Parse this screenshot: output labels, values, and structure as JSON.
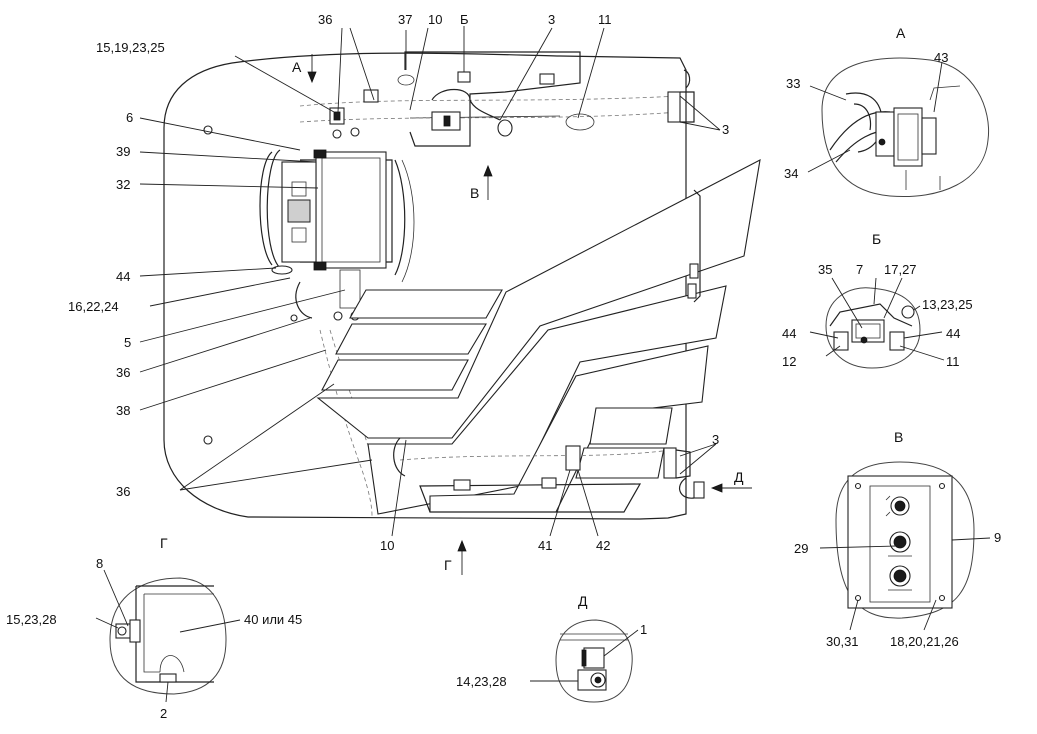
{
  "labels": {
    "l36_top": "36",
    "l37": "37",
    "l10_top": "10",
    "lB_top": "Б",
    "l3_top": "3",
    "l11_top": "11",
    "l15_19_23_25": "15,19,23,25",
    "lA_arrow": "А",
    "l6": "6",
    "l39": "39",
    "l32": "32",
    "lV_arrow": "В",
    "l44_left": "44",
    "l16_22_24": "16,22,24",
    "l5": "5",
    "l36_mid": "36",
    "l38": "38",
    "l36_bottom": "36",
    "l3_right": "3",
    "l3_right_lower": "3",
    "lD_arrow": "Д",
    "l10_bottom": "10",
    "lG_arrow": "Г",
    "l41": "41",
    "l42": "42"
  },
  "views": {
    "A": {
      "title": "А",
      "labels": {
        "l33": "33",
        "l43": "43",
        "l34": "34"
      }
    },
    "B": {
      "title": "Б",
      "labels": {
        "l35": "35",
        "l7": "7",
        "l17_27": "17,27",
        "l13_23_25": "13,23,25",
        "l44_left": "44",
        "l44_right": "44",
        "l12": "12",
        "l11": "11"
      }
    },
    "V": {
      "title": "В",
      "labels": {
        "l9": "9",
        "l29": "29",
        "l30_31": "30,31",
        "l18_20_21_26": "18,20,21,26"
      }
    },
    "G": {
      "title": "Г",
      "labels": {
        "l8": "8",
        "l15_23_28": "15,23,28",
        "l40_45": "40 или 45",
        "l2": "2"
      }
    },
    "D": {
      "title": "Д",
      "labels": {
        "l1": "1",
        "l14_23_28": "14,23,28"
      }
    }
  }
}
